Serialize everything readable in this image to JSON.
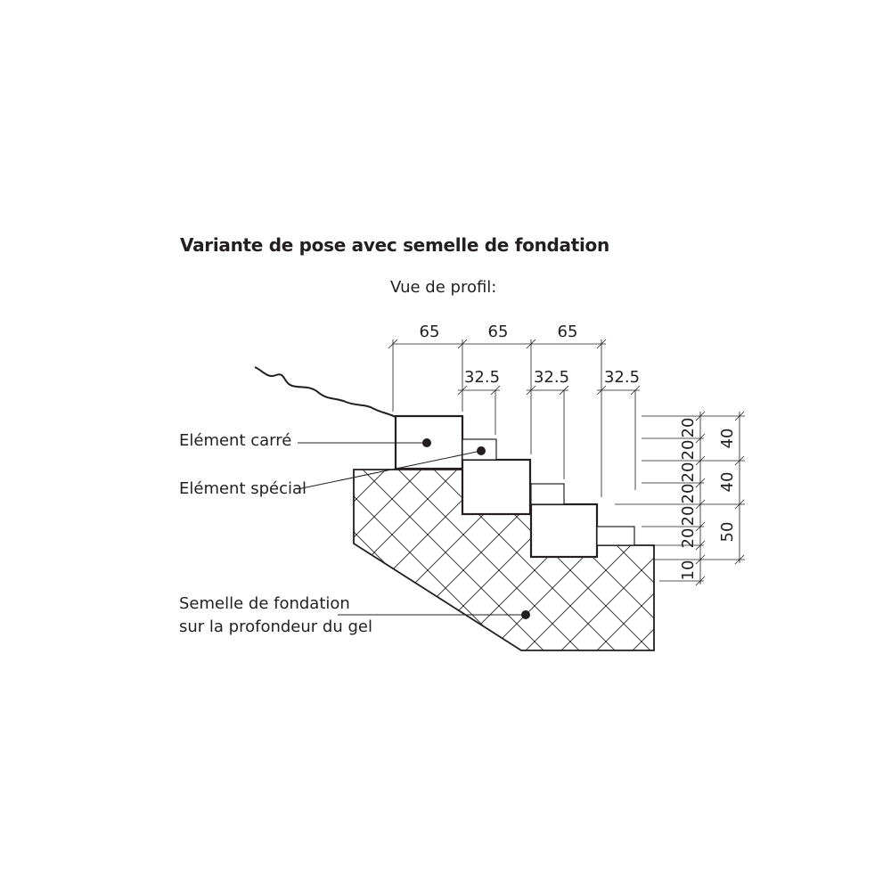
{
  "title": "Variante de pose avec semelle de fondation",
  "subtitle": "Vue de profil:",
  "labels": {
    "square_element": "Elément carré",
    "special_element": "Elément spécial",
    "foundation_line1": "Semelle de fondation",
    "foundation_line2": "sur la profondeur du gel"
  },
  "dimensions": {
    "width_1": "65",
    "width_2": "65",
    "width_3": "65",
    "offset_1": "32.5",
    "offset_2": "32.5",
    "offset_3": "32.5",
    "inner_1": "20",
    "inner_2": "20",
    "inner_3": "20",
    "inner_4": "20",
    "inner_5": "20",
    "inner_6": "20",
    "inner_7": "10",
    "outer_1": "40",
    "outer_2": "40",
    "outer_3": "50"
  },
  "colors": {
    "line": "#231f20",
    "background": "#ffffff"
  }
}
